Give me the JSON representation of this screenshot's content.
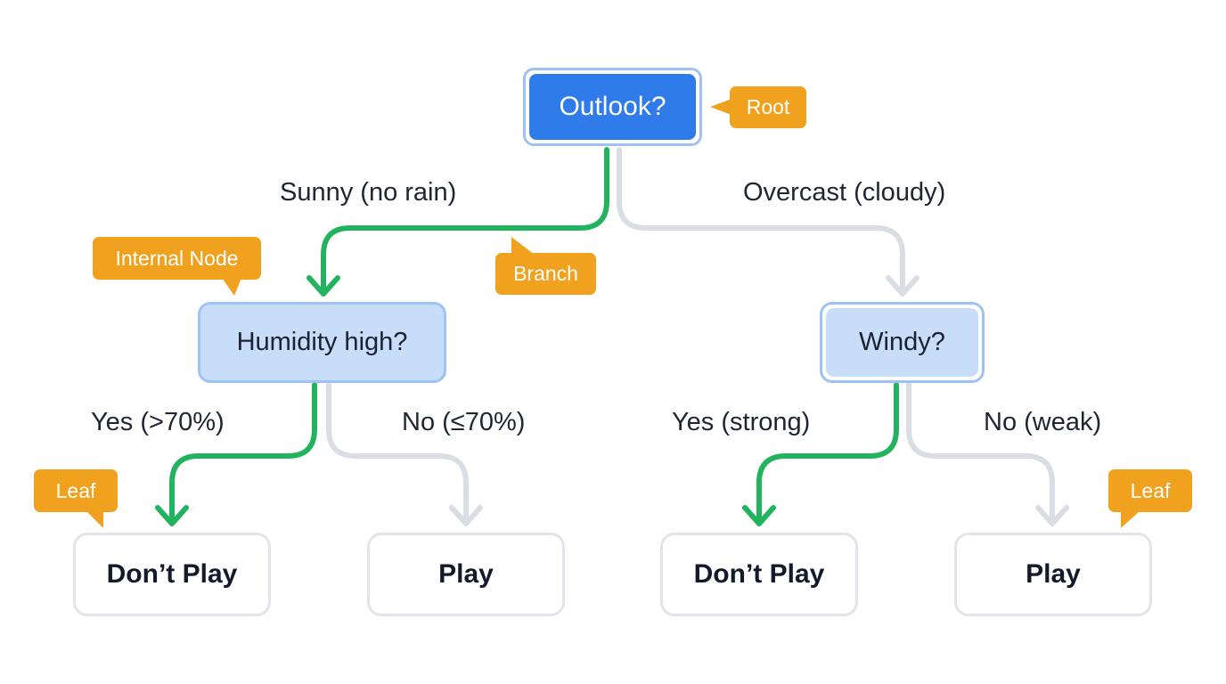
{
  "colors": {
    "active_edge": "#22b35e",
    "inactive_edge": "#dadde3",
    "root_fill": "#2f7bea",
    "decision_fill": "#c8ddf8",
    "callout": "#f0a21e"
  },
  "nodes": {
    "root": "Outlook?",
    "humidity": "Humidity high?",
    "windy": "Windy?",
    "leaves": [
      "Don’t Play",
      "Play",
      "Don’t Play",
      "Play"
    ]
  },
  "branches": {
    "sunny": "Sunny (no rain)",
    "overcast": "Overcast (cloudy)",
    "humidity_yes": "Yes (>70%)",
    "humidity_no": "No (≤70%)",
    "windy_yes": "Yes (strong)",
    "windy_no": "No (weak)"
  },
  "callouts": {
    "root": "Root",
    "internal": "Internal Node",
    "branch": "Branch",
    "leaf_left": "Leaf",
    "leaf_right": "Leaf"
  }
}
